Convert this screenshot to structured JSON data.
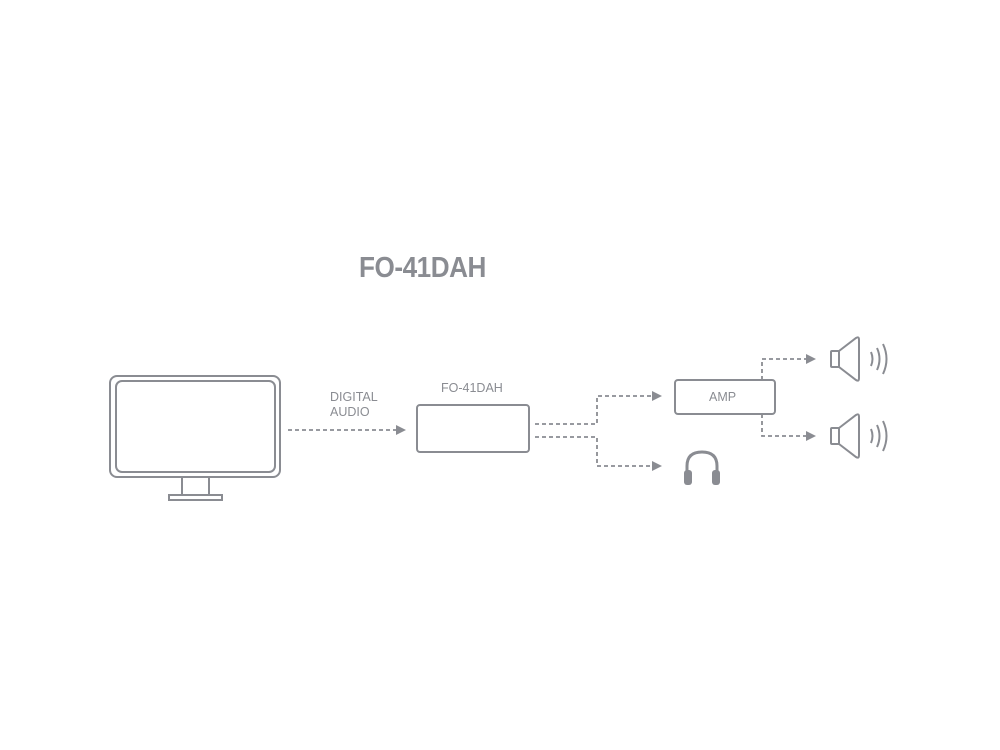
{
  "title": "FO-41DAH",
  "labels": {
    "digital_audio_line1": "DIGITAL",
    "digital_audio_line2": "AUDIO",
    "device": "FO-41DAH",
    "amp": "AMP"
  },
  "colors": {
    "stroke": "#8a8c92",
    "background": "#ffffff"
  }
}
